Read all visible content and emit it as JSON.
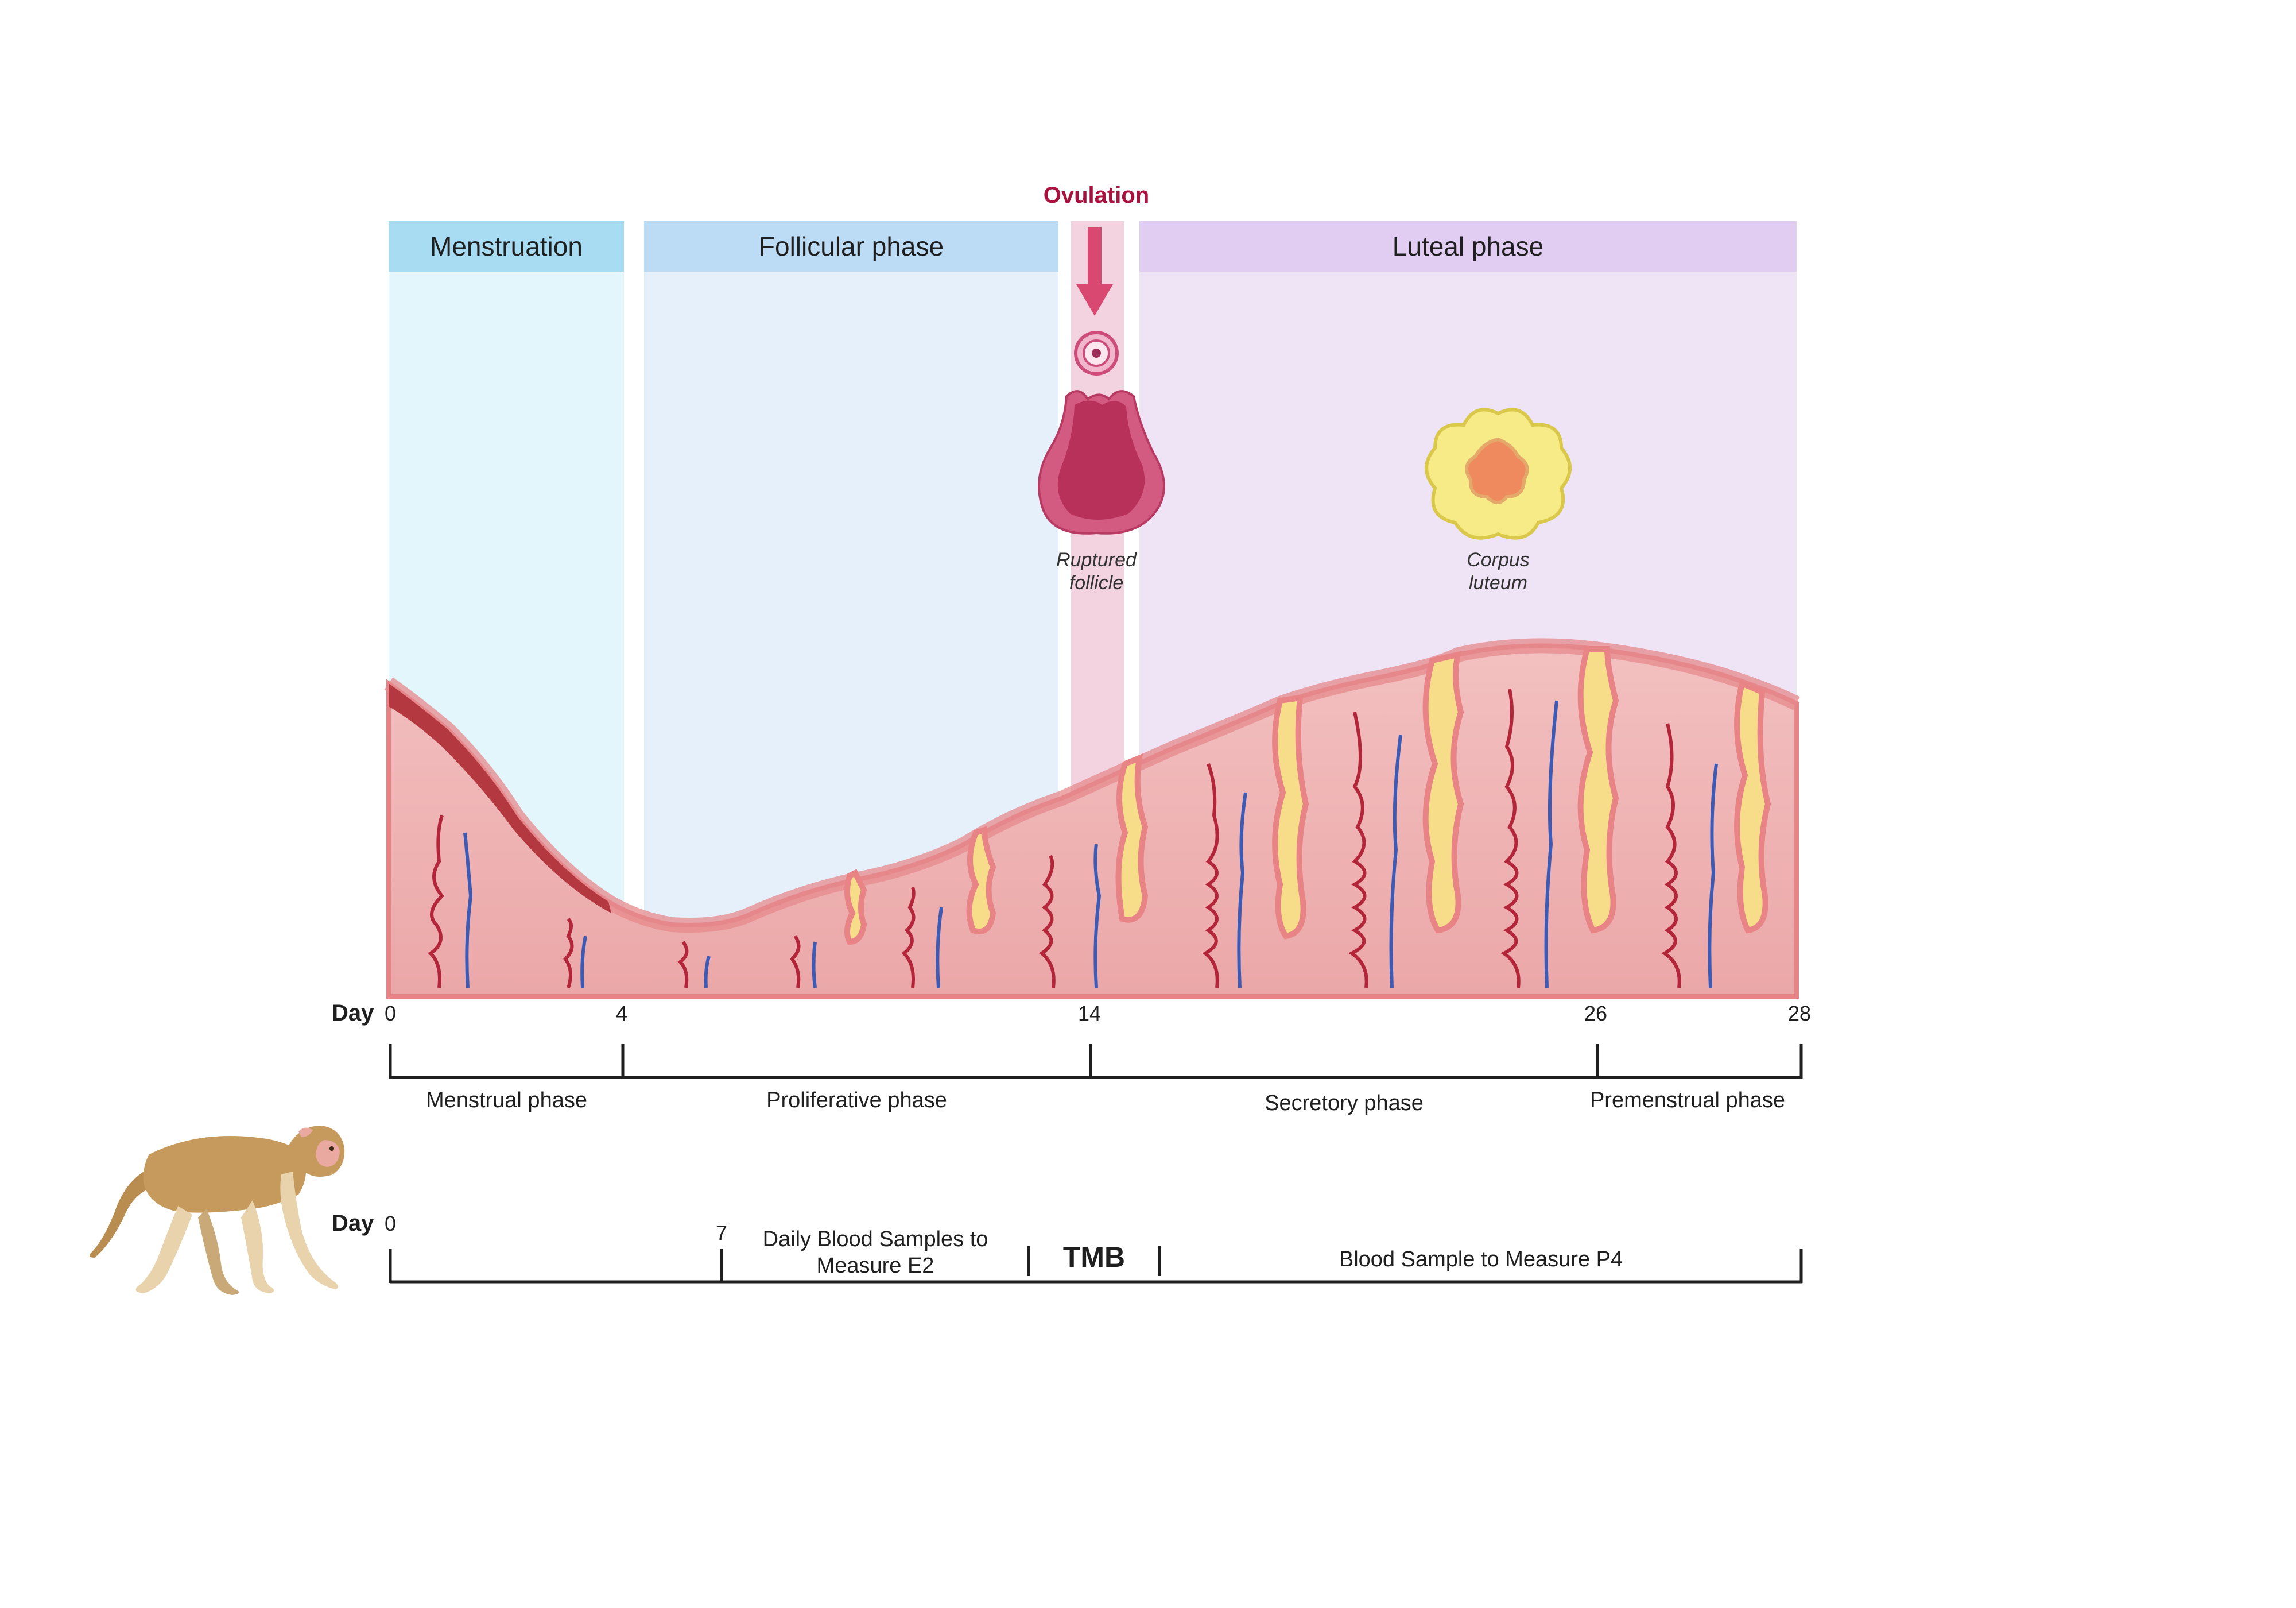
{
  "ovulation": "Ovulation",
  "phases": {
    "menstruation": "Menstruation",
    "follicular": "Follicular phase",
    "luteal": "Luteal phase"
  },
  "structures": {
    "ruptured_follicle_line1": "Ruptured",
    "ruptured_follicle_line2": "follicle",
    "corpus_luteum_line1": "Corpus",
    "corpus_luteum_line2": "luteum"
  },
  "cycle_timeline": {
    "day_label": "Day",
    "ticks": [
      "0",
      "4",
      "14",
      "26",
      "28"
    ],
    "phases": [
      "Menstrual phase",
      "Proliferative phase",
      "Secretory phase",
      "Premenstrual phase"
    ]
  },
  "sampling_timeline": {
    "day_label": "Day",
    "ticks": [
      "0",
      "7"
    ],
    "e2_label": "Daily Blood Samples to Measure E2",
    "tmb_label": "TMB",
    "p4_label": "Blood Sample to Measure P4"
  },
  "colors": {
    "menstruation_header": "#a8dcf2",
    "menstruation_body": "#e3f6fb",
    "follicular_header": "#bcdcf5",
    "follicular_body": "#e5f0fb",
    "ovulation_band": "#f4c9da",
    "luteal_header": "#e2cdf2",
    "luteal_body": "#efe3f6",
    "endometrium": "#f1b8b8",
    "endometrium_edge": "#e88486",
    "gland_fill": "#f7dc8a",
    "artery": "#b3263a",
    "vein": "#3d5bb5",
    "ovulation_text": "#a8123f"
  },
  "icons": [
    "ovulation-arrow-icon",
    "oocyte-icon",
    "ruptured-follicle-icon",
    "corpus-luteum-icon",
    "macaque-icon"
  ]
}
